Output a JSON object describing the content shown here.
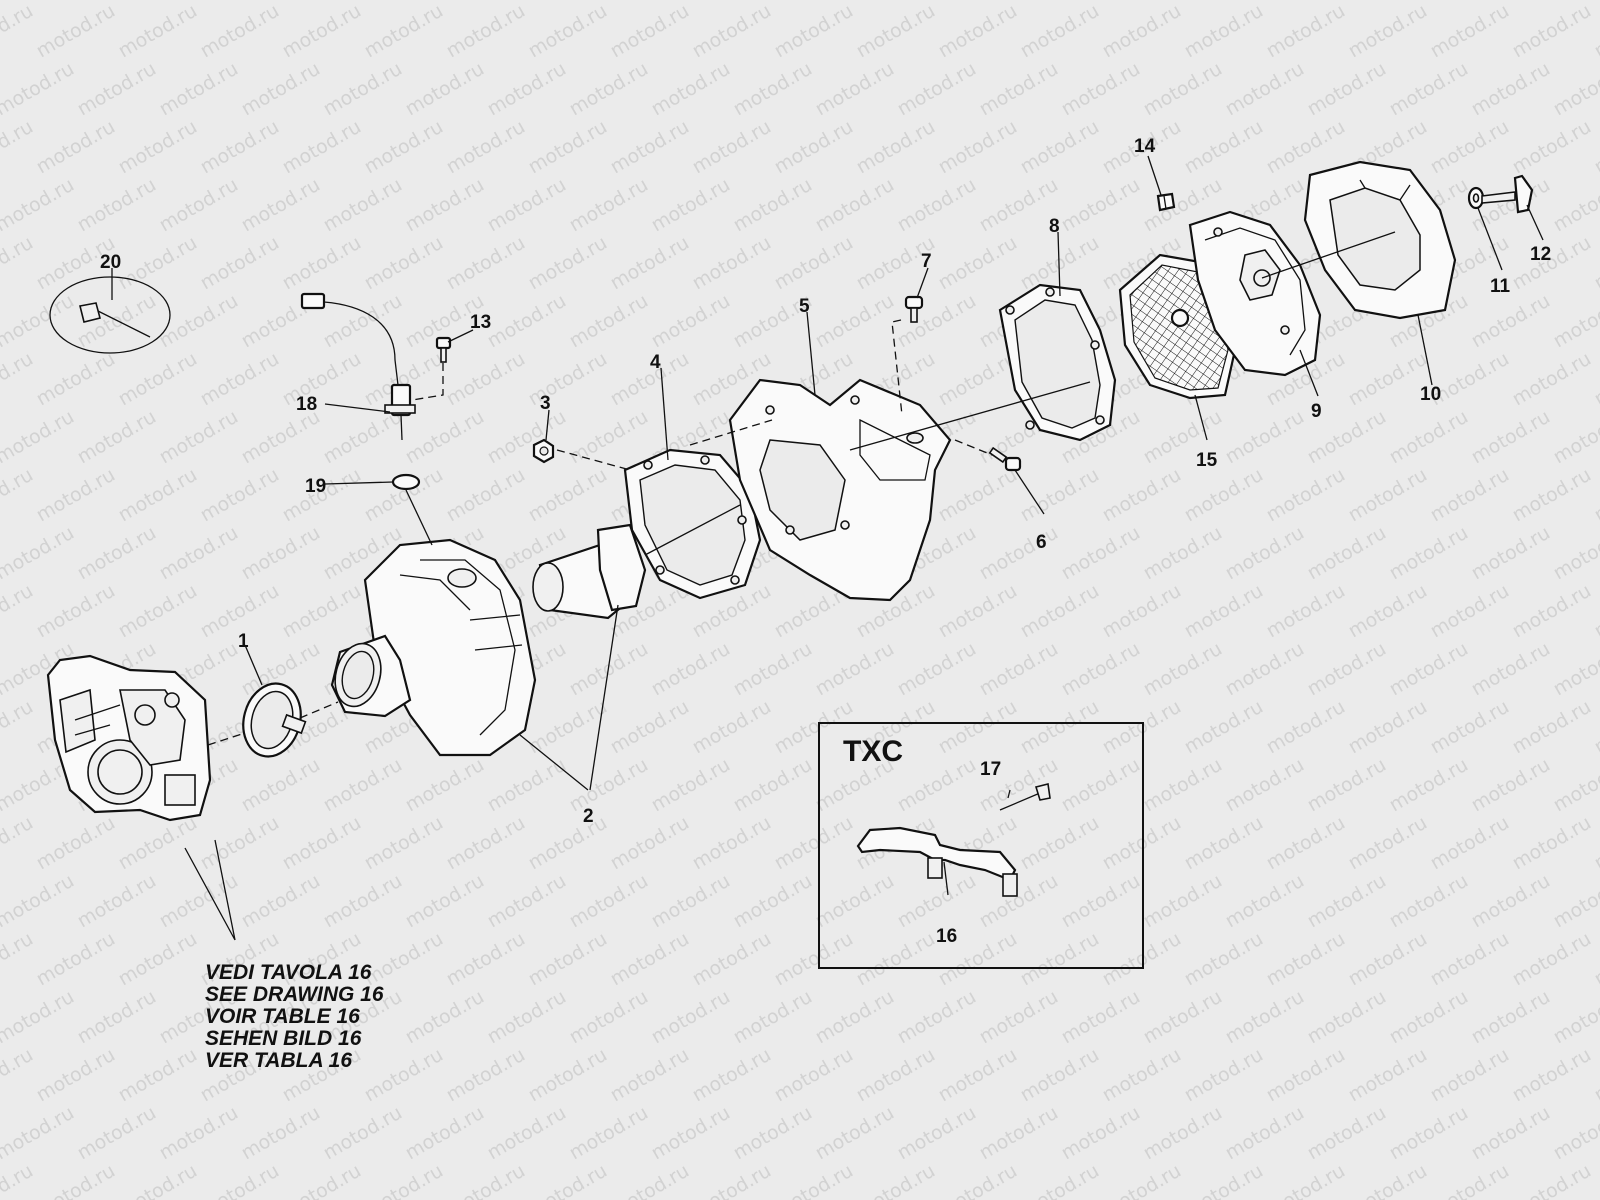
{
  "watermark": "motod.ru",
  "inset": {
    "title": "TXC"
  },
  "callouts": {
    "c1": "1",
    "c2": "2",
    "c3": "3",
    "c4": "4",
    "c5": "5",
    "c6": "6",
    "c7": "7",
    "c8": "8",
    "c9": "9",
    "c10": "10",
    "c11": "11",
    "c12": "12",
    "c13": "13",
    "c14": "14",
    "c15": "15",
    "c16": "16",
    "c17": "17",
    "c18": "18",
    "c19": "19",
    "c20": "20"
  },
  "reference_notes": [
    "VEDI TAVOLA 16",
    "SEE DRAWING 16",
    "VOIR TABLE 16",
    "SEHEN BILD 16",
    "VER TABLA 16"
  ]
}
